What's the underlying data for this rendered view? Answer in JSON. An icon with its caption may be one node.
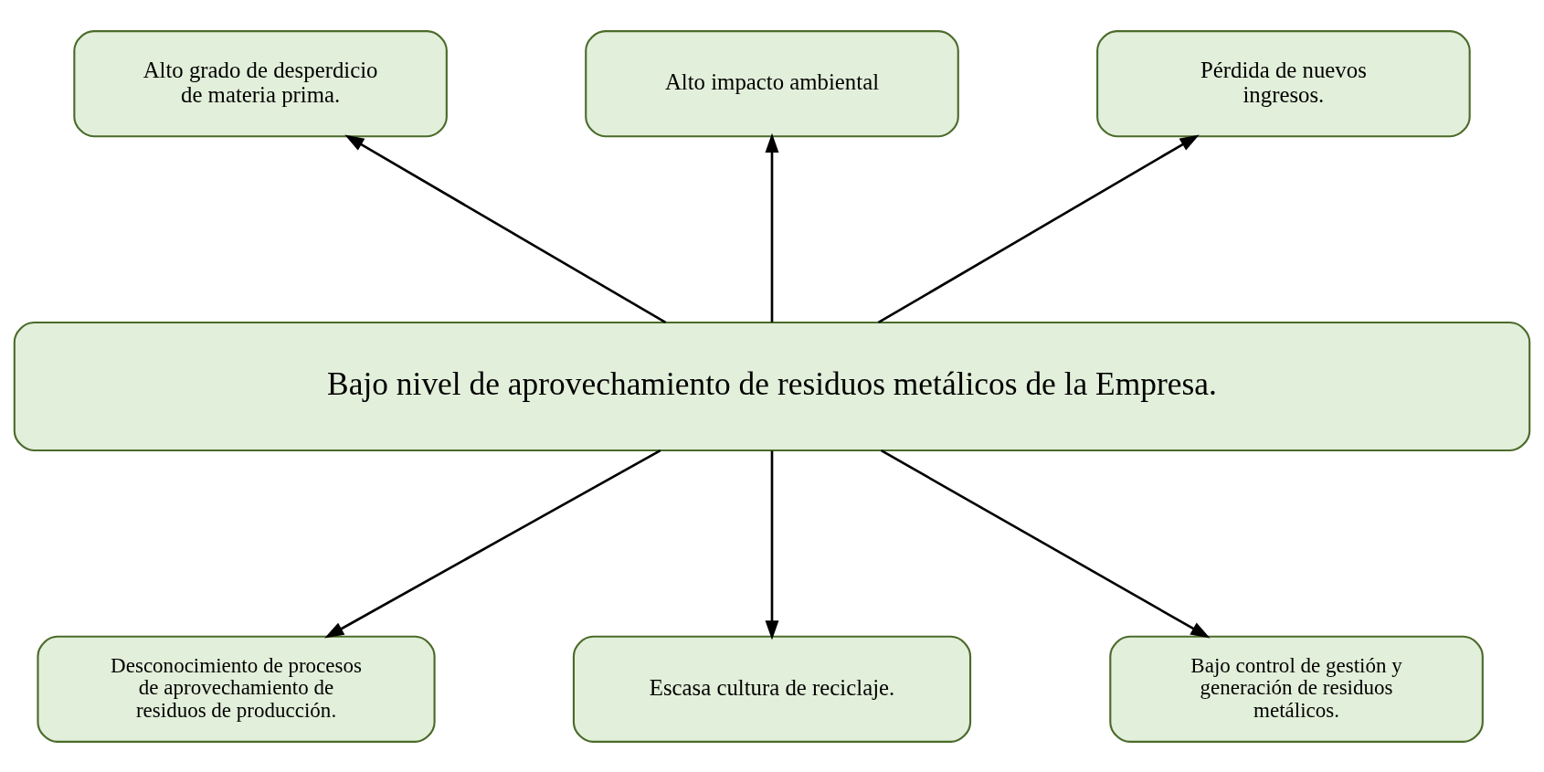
{
  "diagram": {
    "nodes": [
      {
        "text": [
          "Alto grado de desperdicio de materia prima."
        ]
      },
      {
        "text": [
          "Alto impacto ambiental"
        ]
      },
      {
        "text": [
          "Pérdida de nuevos ingresos."
        ]
      },
      {
        "text": [
          "Bajo nivel de aprovechamiento de residuos metálicos de la Empresa."
        ]
      },
      {
        "text": [
          "Desconocimiento de procesos de aprovechamiento de residuos de producción."
        ]
      },
      {
        "text": [
          "Escasa cultura de reciclaje."
        ]
      },
      {
        "text": [
          "Bajo control de gestión y generación de residuos metálicos."
        ]
      }
    ],
    "edges": [
      {
        "from": 3,
        "to": 0,
        "arrow": "to"
      },
      {
        "from": 3,
        "to": 1,
        "arrow": "to"
      },
      {
        "from": 3,
        "to": 2,
        "arrow": "to"
      },
      {
        "from": 3,
        "to": 4,
        "arrow": "to"
      },
      {
        "from": 3,
        "to": 5,
        "arrow": "to"
      },
      {
        "from": 3,
        "to": 6,
        "arrow": "to"
      }
    ]
  }
}
